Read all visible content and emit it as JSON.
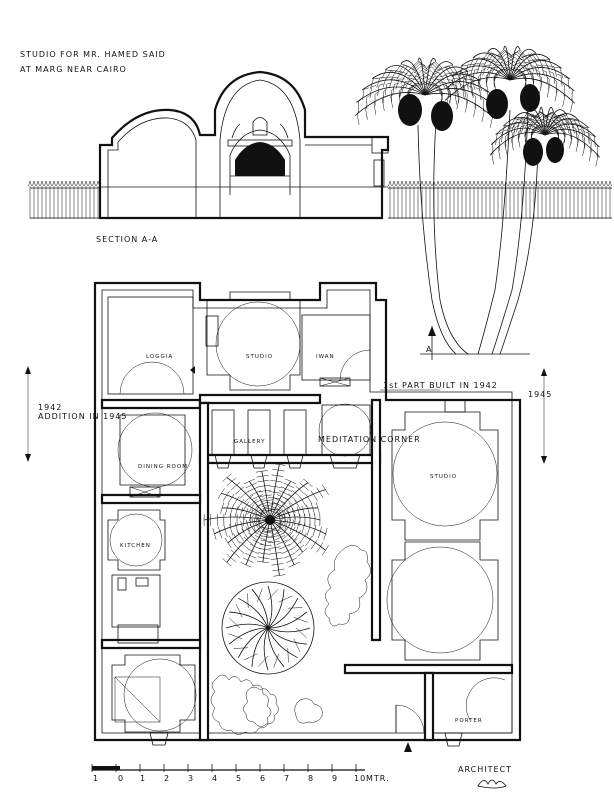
{
  "title": {
    "line1": "STUDIO FOR MR. HAMED SAID",
    "line2": "AT MARG NEAR CAIRO"
  },
  "section_label": "SECTION A-A",
  "section_marker": "A",
  "rooms": {
    "loggia": "LOGGIA",
    "studio_small": "STUDIO",
    "iwan": "IWAN",
    "gallery": "GALLERY",
    "meditation": "MEDITATION CORNER",
    "dining": "DINING ROOM",
    "studio_large": "STUDIO",
    "kitchen": "KITCHEN",
    "porter": "PORTER"
  },
  "annotations": {
    "first_part": "1st PART BUILT IN 1942",
    "addition_year": "1942",
    "addition_label": "ADDITION IN 1945",
    "year_right": "1945"
  },
  "scale": {
    "ticks": [
      "1",
      "2",
      "3",
      "4",
      "5",
      "6",
      "7",
      "8",
      "9",
      "10"
    ],
    "start_labels": [
      "1",
      "0"
    ],
    "unit": "MTR."
  },
  "signature_label": "ARCHITECT"
}
